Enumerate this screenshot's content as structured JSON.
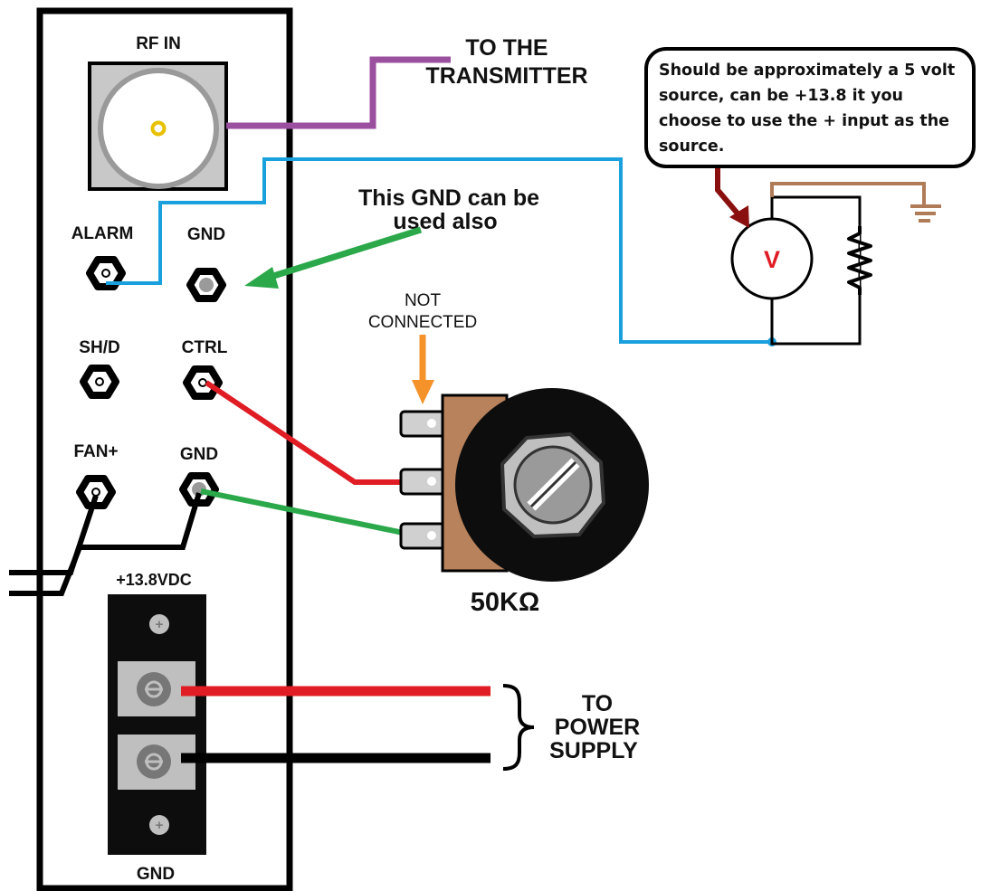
{
  "panel": {
    "rf_in": "RF IN",
    "alarm": "ALARM",
    "gnd_top": "GND",
    "shd": "SH/D",
    "ctrl": "CTRL",
    "fan": "FAN+",
    "gnd_mid": "GND",
    "vdc": "+13.8VDC",
    "gnd_bottom": "GND"
  },
  "transmitter": {
    "line1": "TO THE",
    "line2": "TRANSMITTER"
  },
  "gnd_note": {
    "line1": "This GND can be",
    "line2": "used also"
  },
  "not_connected": {
    "line1": "NOT",
    "line2": "CONNECTED"
  },
  "potentiometer": {
    "value": "50KΩ"
  },
  "voltmeter": {
    "symbol": "V"
  },
  "note": {
    "text": "Should be approximately a 5 volt source, can be +13.8 it you choose to use the + input as the source."
  },
  "power": {
    "line1": "TO",
    "line2": "POWER",
    "line3": "SUPPLY"
  },
  "colors": {
    "purple_wire": "#9b4f9f",
    "blue_wire": "#1aa0dc",
    "red_wire": "#e01c24",
    "green_wire": "#2aa84a",
    "orange_arrow": "#f5922a",
    "maroon_arrow": "#8a1010",
    "ground_brown": "#b07c58",
    "pot_body": "#b8825c"
  }
}
